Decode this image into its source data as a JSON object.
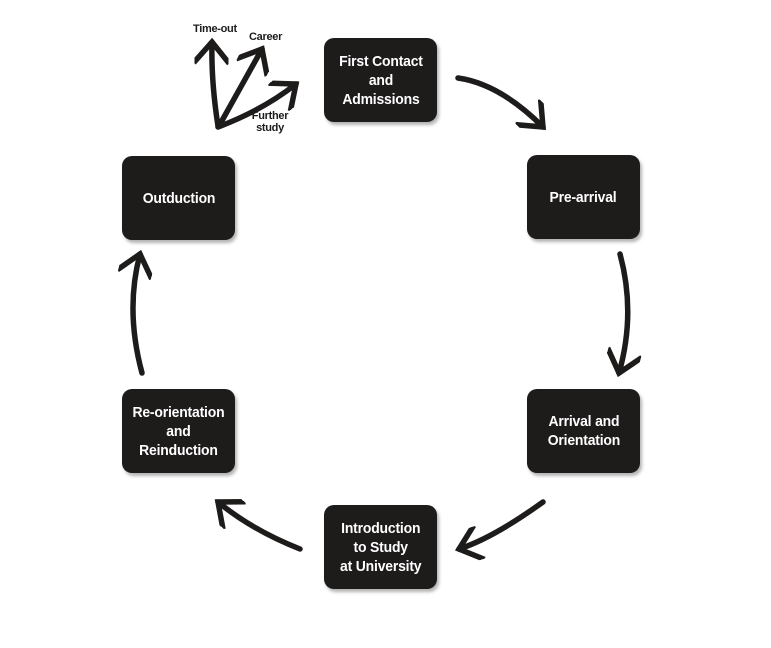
{
  "diagram": {
    "type": "cycle",
    "colors": {
      "background": "#ffffff",
      "node": "#1e1b1b",
      "nodeText": "#ffffff",
      "arrow": "#1e1b1b",
      "labelText": "#1e1b1b"
    },
    "nodes": [
      {
        "id": "first-contact-admissions",
        "label": "First Contact\nand\nAdmissions"
      },
      {
        "id": "pre-arrival",
        "label": "Pre-arrival"
      },
      {
        "id": "arrival-orientation",
        "label": "Arrival and\nOrientation"
      },
      {
        "id": "introduction-study",
        "label": "Introduction\nto Study\nat University"
      },
      {
        "id": "reorientation-reinduction",
        "label": "Re-orientation\nand\nReinduction"
      },
      {
        "id": "outduction",
        "label": "Outduction"
      }
    ],
    "exits": [
      {
        "id": "time-out",
        "label": "Time-out"
      },
      {
        "id": "career",
        "label": "Career"
      },
      {
        "id": "further-study",
        "label": "Further\nstudy"
      }
    ],
    "edges": [
      {
        "from": "first-contact-admissions",
        "to": "pre-arrival"
      },
      {
        "from": "pre-arrival",
        "to": "arrival-orientation"
      },
      {
        "from": "arrival-orientation",
        "to": "introduction-study"
      },
      {
        "from": "introduction-study",
        "to": "reorientation-reinduction"
      },
      {
        "from": "reorientation-reinduction",
        "to": "outduction"
      },
      {
        "from": "outduction",
        "to": "time-out"
      },
      {
        "from": "outduction",
        "to": "career"
      },
      {
        "from": "outduction",
        "to": "further-study"
      }
    ]
  }
}
